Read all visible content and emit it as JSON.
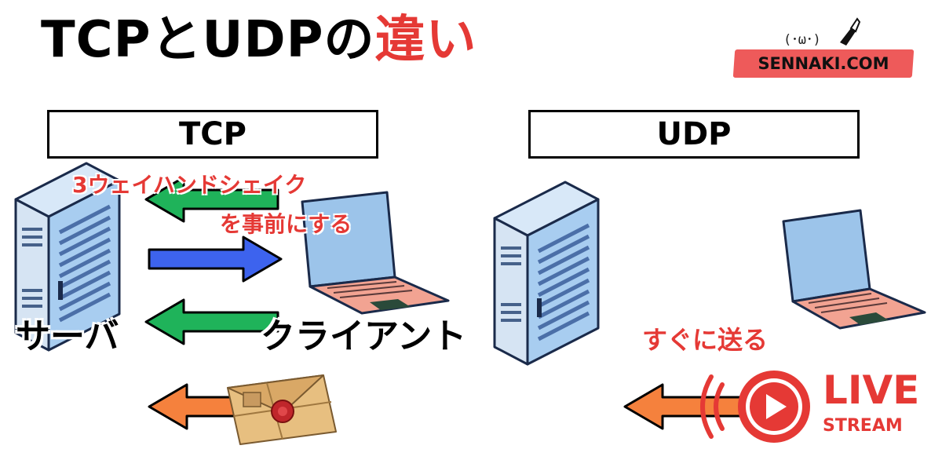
{
  "title": {
    "main": "TCPとUDPの",
    "highlight": "違い"
  },
  "brand": {
    "face": "(･ω･)",
    "text": "SENNAKI.COM"
  },
  "tcp": {
    "heading": "TCP",
    "handshake_line1": "3ウェイハンドシェイク",
    "handshake_line2": "を事前にする",
    "server_label": "サーバ",
    "client_label": "クライアント"
  },
  "udp": {
    "heading": "UDP",
    "send_label": "すぐに送る",
    "live_label": "LIVE",
    "stream_label": "STREAM"
  },
  "colors": {
    "accent_red": "#e53935",
    "arrow_green": "#1fb35a",
    "arrow_blue": "#3d63ee",
    "arrow_orange": "#f5813d",
    "server_blue": "#a8cdf0",
    "laptop_pink": "#f2a392",
    "laptop_screen": "#9cc4ea"
  }
}
